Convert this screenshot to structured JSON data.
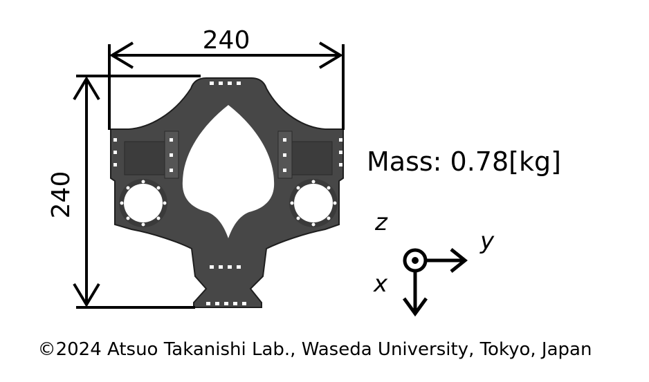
{
  "dimensions": {
    "width_label": "240",
    "height_label": "240"
  },
  "mass": {
    "text": "Mass: 0.78[kg]"
  },
  "axes": {
    "z_label": "z",
    "y_label": "y",
    "x_label": "x"
  },
  "footer": {
    "copyright": "©2024 Atsuo Takanishi Lab., Waseda University, Tokyo, Japan"
  },
  "colors": {
    "part_fill": "#474747",
    "part_edge": "#1e1e1e",
    "hole_fill": "#ffffff",
    "line": "#000000"
  }
}
